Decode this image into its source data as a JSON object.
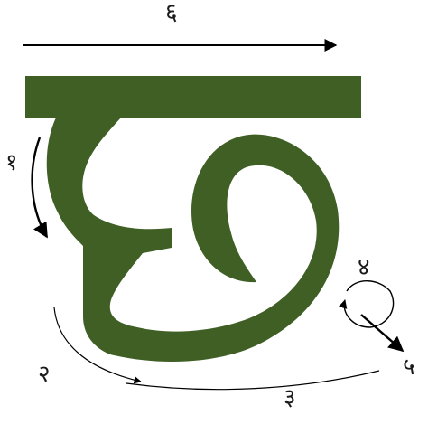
{
  "letter": {
    "fill_color": "#3f5f25"
  },
  "arrows": {
    "stroke_color": "#000000"
  },
  "stroke_numbers": {
    "n1": "१",
    "n2": "२",
    "n3": "३",
    "n4": "४",
    "n5": "५",
    "n6": "६"
  }
}
